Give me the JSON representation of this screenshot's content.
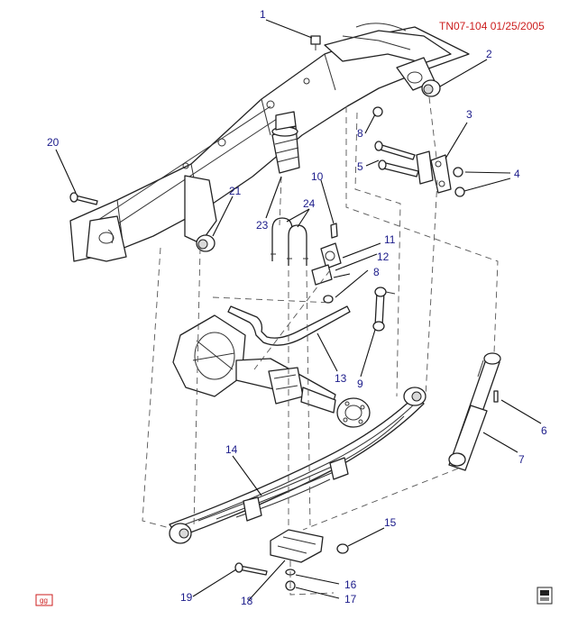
{
  "header": {
    "code": "TN07-104  01/25/2005"
  },
  "footer": {
    "badge": "gg"
  },
  "colors": {
    "header": "#cc1e1e",
    "callouts": "#1b1b8a",
    "lines": "#222222"
  },
  "callouts": {
    "c1": "1",
    "c2": "2",
    "c3": "3",
    "c4": "4",
    "c5": "5",
    "c6": "6",
    "c7": "7",
    "c8a": "8",
    "c8b": "8",
    "c9": "9",
    "c10": "10",
    "c11": "11",
    "c12": "12",
    "c13": "13",
    "c14": "14",
    "c15": "15",
    "c16": "16",
    "c17": "17",
    "c18": "18",
    "c19": "19",
    "c20": "20",
    "c21": "21",
    "c23": "23",
    "c24": "24"
  },
  "icons": {
    "corner": "manual-book-icon"
  }
}
